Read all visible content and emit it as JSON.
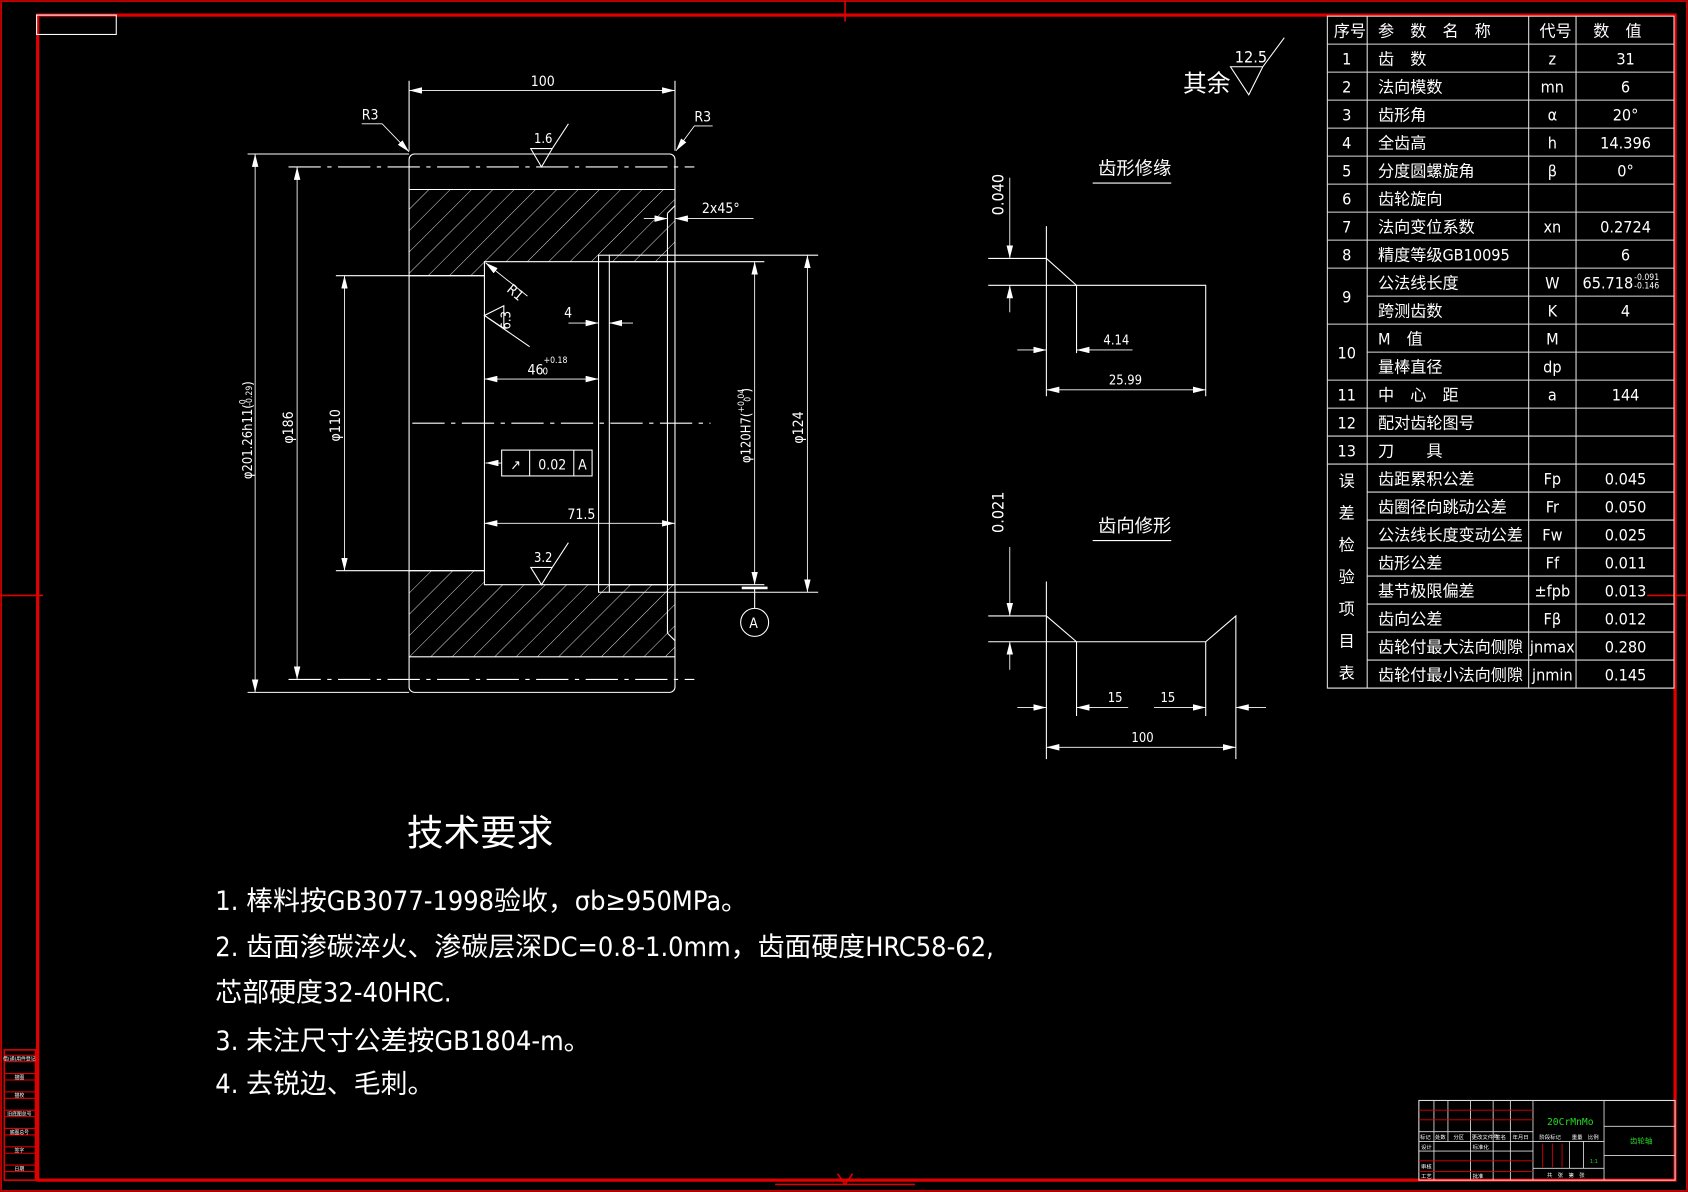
{
  "colors": {
    "frame": "#e00000",
    "lines": "#ffffff",
    "material": "#22dd22"
  },
  "main_view": {
    "width_dim": "100",
    "radius_left": "R3",
    "radius_right": "R3",
    "radius_inner": "R1",
    "chamfer": "2x45°",
    "roughness_top": "1.6",
    "roughness_bore": "3.2",
    "roughness_face": "6.3",
    "groove_width": "4",
    "depth_46": "46",
    "depth_46_tol_upper": "+0.18",
    "depth_46_tol_lower": "0",
    "length_715": "71.5",
    "dia_outer": "φ201.26h11(",
    "dia_outer_tol_upper": "0",
    "dia_outer_tol_lower": "-0.29",
    "dia_outer_close": ")",
    "dia_186": "φ186",
    "dia_110": "φ110",
    "dia_120": "φ120H7(",
    "dia_120_tol_upper": "+0.04",
    "dia_120_tol_lower": "0",
    "dia_120_close": ")",
    "dia_124": "φ124",
    "runout_symbol": "↗",
    "runout_value": "0.02",
    "runout_datum": "A",
    "datum_label": "A"
  },
  "roughness_rest": {
    "label": "其余",
    "value": "12.5"
  },
  "profile_mod": {
    "title": "齿形修缘",
    "height": "0.040",
    "short": "4.14",
    "long": "25.99"
  },
  "lead_mod": {
    "title": "齿向修形",
    "height": "0.021",
    "left": "15",
    "right": "15",
    "total": "100"
  },
  "table": {
    "headers": [
      "序号",
      "参　数　名　称",
      "代号",
      "数　值"
    ],
    "rows": [
      {
        "name": "齿　数",
        "sym": "z",
        "val": "31"
      },
      {
        "name": "法向模数",
        "sym": "mn",
        "val": "6"
      },
      {
        "name": "齿形角",
        "sym": "α",
        "val": "20°"
      },
      {
        "name": "全齿高",
        "sym": "h",
        "val": "14.396"
      },
      {
        "name": "分度圆螺旋角",
        "sym": "β",
        "val": "0°"
      },
      {
        "name": "齿轮旋向",
        "sym": "",
        "val": ""
      },
      {
        "name": "法向变位系数",
        "sym": "xn",
        "val": "0.2724"
      },
      {
        "name": "精度等级GB10095",
        "sym": "",
        "val": "6"
      },
      {
        "name": "公法线长度",
        "sym": "W",
        "val": "65.718",
        "tol_upper": "-0.091",
        "tol_lower": "-0.146"
      },
      {
        "name": "跨测齿数",
        "sym": "K",
        "val": "4"
      },
      {
        "name": "M　值",
        "sym": "M",
        "val": ""
      },
      {
        "name": "量棒直径",
        "sym": "dp",
        "val": ""
      },
      {
        "name": "中　心　距",
        "sym": "a",
        "val": "144"
      },
      {
        "name": "配对齿轮图号",
        "sym": "",
        "val": ""
      },
      {
        "name": "刀　　具",
        "sym": "",
        "val": ""
      },
      {
        "name": "齿距累积公差",
        "sym": "Fp",
        "val": "0.045"
      },
      {
        "name": "齿圈径向跳动公差",
        "sym": "Fr",
        "val": "0.050"
      },
      {
        "name": "公法线长度变动公差",
        "sym": "Fw",
        "val": "0.025"
      },
      {
        "name": "齿形公差",
        "sym": "Ff",
        "val": "0.011"
      },
      {
        "name": "基节极限偏差",
        "sym": "±fpb",
        "val": "0.013"
      },
      {
        "name": "齿向公差",
        "sym": "Fβ",
        "val": "0.012"
      },
      {
        "name": "齿轮付最大法向侧隙",
        "sym": "jnmax",
        "val": "0.280"
      },
      {
        "name": "齿轮付最小法向侧隙",
        "sym": "jnmin",
        "val": "0.145"
      }
    ],
    "groups": [
      {
        "label": "1",
        "start": 0,
        "span": 1
      },
      {
        "label": "2",
        "start": 1,
        "span": 1
      },
      {
        "label": "3",
        "start": 2,
        "span": 1
      },
      {
        "label": "4",
        "start": 3,
        "span": 1
      },
      {
        "label": "5",
        "start": 4,
        "span": 1
      },
      {
        "label": "6",
        "start": 5,
        "span": 1
      },
      {
        "label": "7",
        "start": 6,
        "span": 1
      },
      {
        "label": "8",
        "start": 7,
        "span": 1
      },
      {
        "label": "9",
        "start": 8,
        "span": 2
      },
      {
        "label": "10",
        "start": 10,
        "span": 2
      },
      {
        "label": "11",
        "start": 12,
        "span": 1
      },
      {
        "label": "12",
        "start": 13,
        "span": 1
      },
      {
        "label": "13",
        "start": 14,
        "span": 1
      },
      {
        "label": "误差检验项目表",
        "start": 15,
        "span": 8,
        "vertical": true
      }
    ]
  },
  "tech": {
    "title": "技术要求",
    "items": [
      "1.  棒料按GB3077-1998验收，σb≥950MPa。",
      "2.  齿面渗碳淬火、渗碳层深DC=0.8-1.0mm，齿面硬度HRC58-62,",
      "     芯部硬度32-40HRC.",
      "3.  未注尺寸公差按GB1804-m。",
      "4.  去锐边、毛刺。"
    ]
  },
  "title_block": {
    "material": "20CrMnMo",
    "part_name": "齿轮轴",
    "scale": "1:1",
    "labels": [
      "标记",
      "处数",
      "分区",
      "更改文件号",
      "签名",
      "年月日",
      "设计",
      "标准化",
      "审核",
      "工艺",
      "批准",
      "阶段标记",
      "重量",
      "比例",
      "共　张　第　张"
    ]
  },
  "side_stamp": [
    "借(通)用件登记",
    "描图",
    "描校",
    "旧底图总号",
    "底图总号",
    "签字",
    "日期"
  ]
}
